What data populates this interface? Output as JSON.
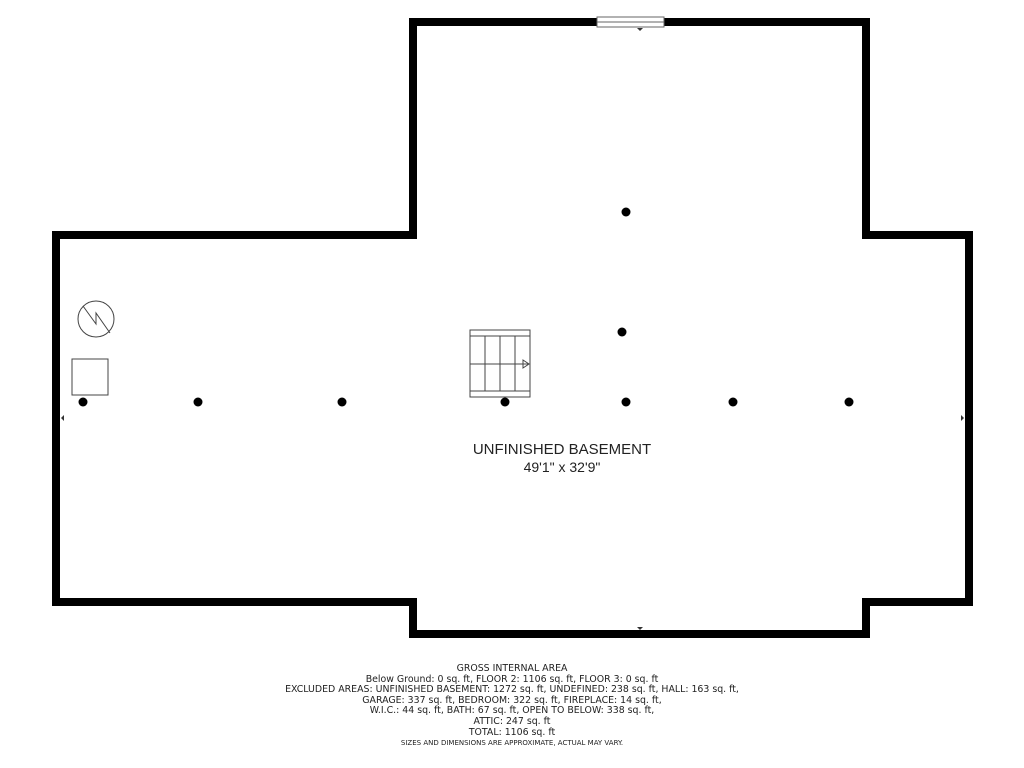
{
  "room": {
    "name": "UNFINISHED BASEMENT",
    "dimensions": "49'1\" x 32'9\""
  },
  "notes": {
    "title": "GROSS INTERNAL AREA",
    "lines": [
      "Below Ground: 0 sq. ft, FLOOR 2: 1106 sq. ft, FLOOR 3: 0 sq. ft",
      "EXCLUDED AREAS: UNFINISHED BASEMENT: 1272 sq. ft, UNDEFINED: 238 sq. ft, HALL: 163 sq. ft,",
      "GARAGE: 337 sq. ft, BEDROOM: 322 sq. ft, FIREPLACE: 14 sq. ft,",
      "W.I.C.: 44 sq. ft, BATH: 67 sq. ft, OPEN TO BELOW: 338 sq. ft,",
      "ATTIC: 247 sq. ft",
      "TOTAL: 1106 sq. ft"
    ],
    "disclaimer": "SIZES AND DIMENSIONS ARE APPROXIMATE, ACTUAL MAY VARY."
  },
  "colors": {
    "wall": "#000000",
    "fixture": "#555555"
  }
}
